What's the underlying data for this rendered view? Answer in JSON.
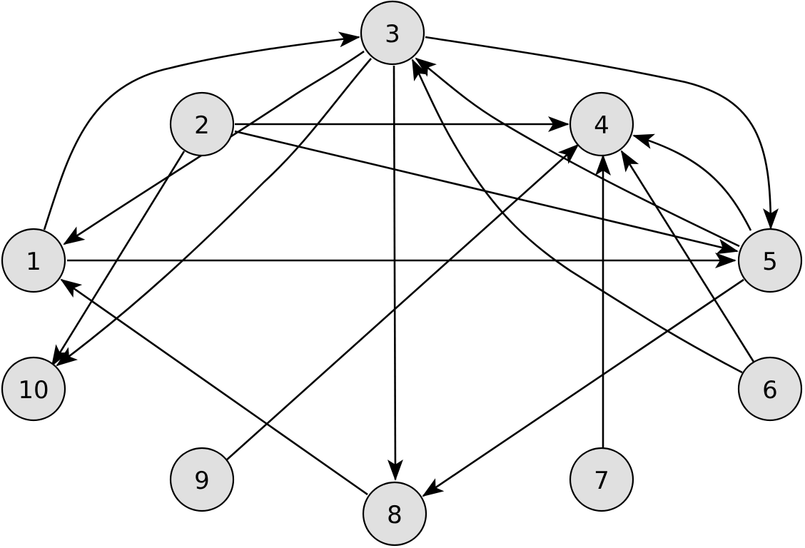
{
  "nodes": [
    {
      "id": "1",
      "label": "1"
    },
    {
      "id": "2",
      "label": "2"
    },
    {
      "id": "3",
      "label": "3"
    },
    {
      "id": "4",
      "label": "4"
    },
    {
      "id": "5",
      "label": "5"
    },
    {
      "id": "6",
      "label": "6"
    },
    {
      "id": "7",
      "label": "7"
    },
    {
      "id": "8",
      "label": "8"
    },
    {
      "id": "9",
      "label": "9"
    },
    {
      "id": "10",
      "label": "10"
    }
  ],
  "edges": [
    {
      "from": "1",
      "to": "3"
    },
    {
      "from": "1",
      "to": "5"
    },
    {
      "from": "2",
      "to": "4"
    },
    {
      "from": "2",
      "to": "5"
    },
    {
      "from": "2",
      "to": "10"
    },
    {
      "from": "3",
      "to": "1"
    },
    {
      "from": "3",
      "to": "10"
    },
    {
      "from": "3",
      "to": "8"
    },
    {
      "from": "3",
      "to": "5"
    },
    {
      "from": "5",
      "to": "3"
    },
    {
      "from": "5",
      "to": "4"
    },
    {
      "from": "5",
      "to": "8"
    },
    {
      "from": "6",
      "to": "3"
    },
    {
      "from": "6",
      "to": "4"
    },
    {
      "from": "7",
      "to": "4"
    },
    {
      "from": "8",
      "to": "1"
    },
    {
      "from": "9",
      "to": "4"
    }
  ],
  "colors": {
    "node_fill": "#e0e0e0",
    "stroke": "#000000",
    "background": "#ffffff"
  }
}
